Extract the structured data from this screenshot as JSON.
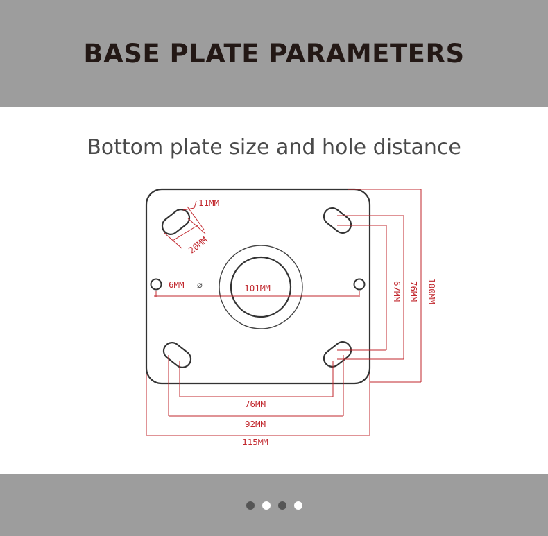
{
  "header": {
    "title": "BASE PLATE PARAMETERS"
  },
  "subtitle": "Bottom plate size and hole distance",
  "dimensions": {
    "slot_width": "11MM",
    "slot_length": "20MM",
    "side_hole": "6MM",
    "diameter_symbol": "⌀",
    "center_hole": "101MM",
    "vertical_inner": "67MM",
    "vertical_mid": "76MM",
    "vertical_outer": "100MM",
    "horizontal_inner": "76MM",
    "horizontal_mid": "92MM",
    "horizontal_outer": "115MM"
  },
  "carousel": {
    "dots": [
      {
        "state": "active"
      },
      {
        "state": "inactive"
      },
      {
        "state": "active"
      },
      {
        "state": "inactive"
      }
    ]
  },
  "colors": {
    "header_bg": "#9d9d9d",
    "dimension": "#c1272d",
    "plate_stroke": "#333333"
  }
}
